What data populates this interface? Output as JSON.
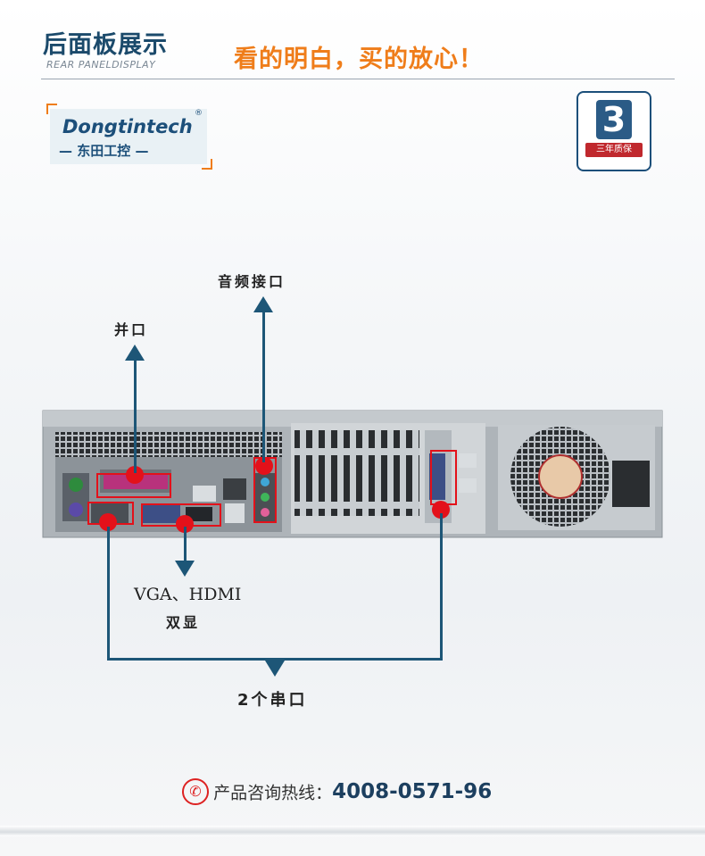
{
  "header": {
    "title": "后面板展示",
    "subtitle": "REAR PANELDISPLAY",
    "slogan": "看的明白，买的放心！"
  },
  "logo": {
    "brand": "Dongtintech",
    "registered": "®",
    "cn_name": "— 东田工控 —"
  },
  "badge": {
    "number": "3",
    "text": "三年质保"
  },
  "callouts": {
    "audio": "音频接口",
    "parallel": "并口",
    "vga_hdmi": "VGA、HDMI",
    "dual_display": "双显",
    "serial": "2个串口"
  },
  "footer": {
    "hotline_label": "产品咨询热线：",
    "hotline_number": "4008-0571-96"
  },
  "colors": {
    "title": "#1b4a6b",
    "slogan": "#ef7d1a",
    "leader_line": "#1d5677",
    "marker": "#e3111a"
  }
}
